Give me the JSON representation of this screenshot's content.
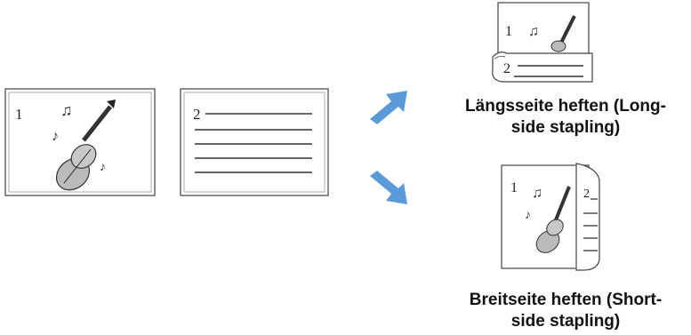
{
  "pages": {
    "page1_number": "1",
    "page2_number": "2"
  },
  "results": {
    "long_side": {
      "page1_number": "1",
      "page2_number": "2",
      "caption_line1": "Längsseite heften (Long-",
      "caption_line2": "side stapling)"
    },
    "short_side": {
      "page1_number": "1",
      "page2_number": "2",
      "caption_line1": "Breitseite heften (Short-",
      "caption_line2": "side stapling)"
    }
  },
  "colors": {
    "arrow": "#5b9ad9",
    "page_border": "#444444",
    "text_line": "#333333"
  },
  "icons": {
    "illustration": "violin-icon",
    "arrow_up": "arrow-up-right-icon",
    "arrow_down": "arrow-down-right-icon"
  }
}
